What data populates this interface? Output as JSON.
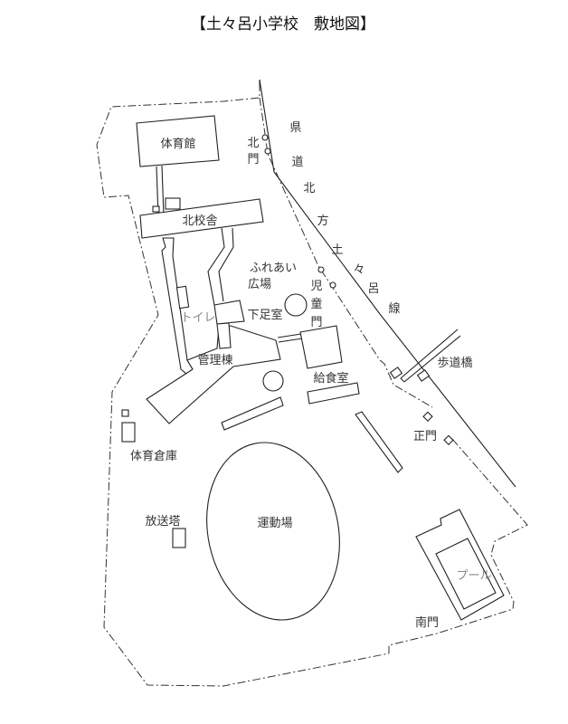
{
  "title": "【土々呂小学校　敷地図】",
  "labels": {
    "gym": "体育館",
    "north_building": "北校舎",
    "plaza_1": "ふれあい",
    "plaza_2": "広場",
    "toilet": "トイレ",
    "shoe_room": "下足室",
    "admin": "管理棟",
    "kitchen": "給食室",
    "sports_storage": "体育倉庫",
    "broadcast_tower": "放送塔",
    "ground": "運動場",
    "pool": "プール",
    "south_gate": "南門",
    "main_gate": "正門",
    "footbridge": "歩道橋",
    "north_gate": [
      "北",
      "門"
    ],
    "children_gate": [
      "児",
      "童",
      "門"
    ],
    "road": [
      "県",
      "道",
      "北",
      "方",
      "土",
      "々",
      "呂",
      "線"
    ]
  }
}
